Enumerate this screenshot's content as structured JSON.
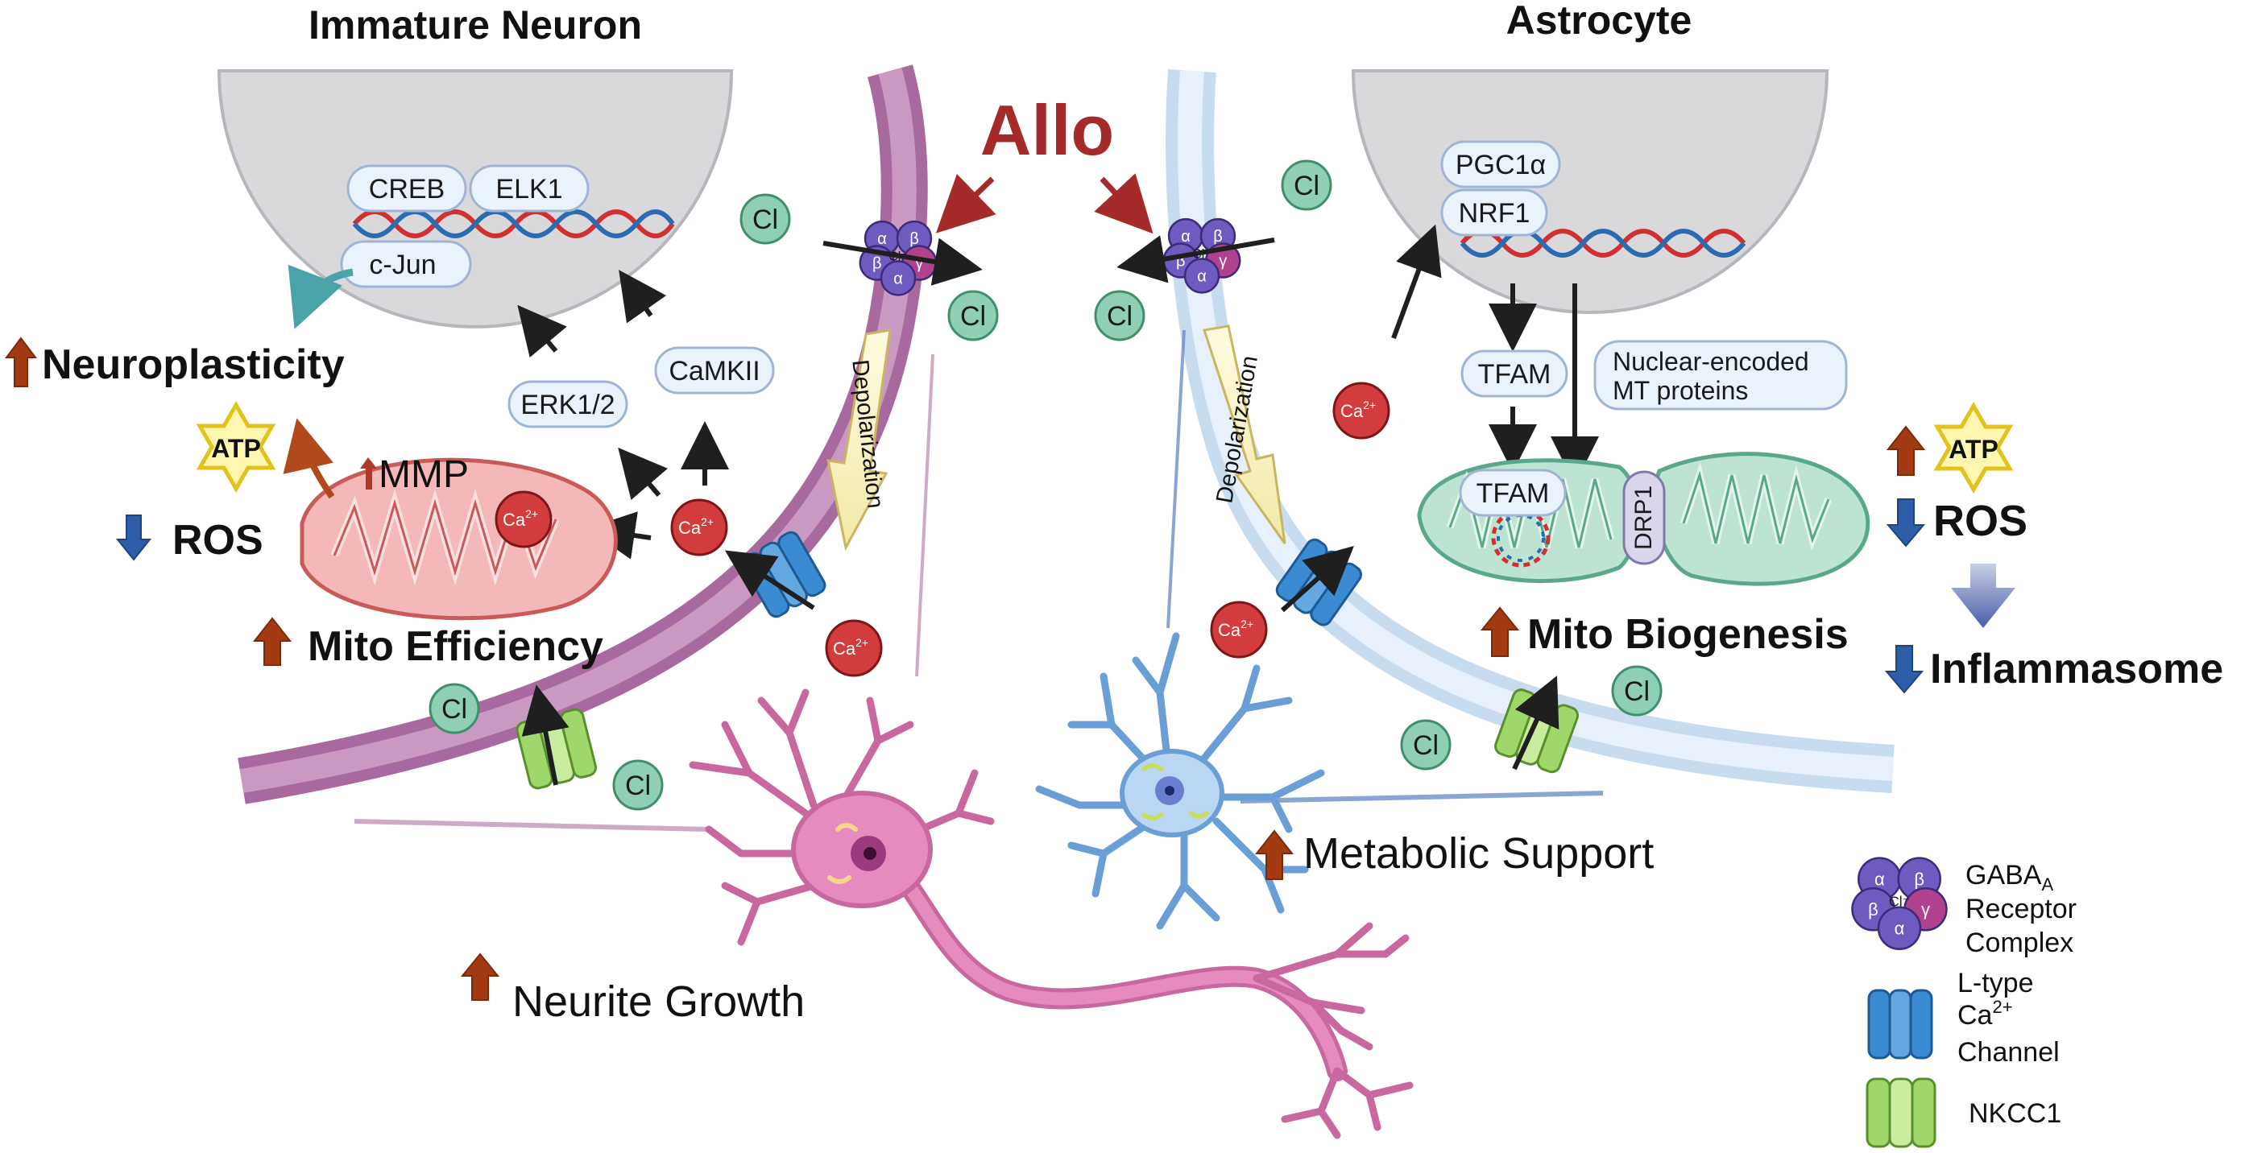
{
  "titles": {
    "left": "Immature Neuron",
    "right": "Astrocyte",
    "center": "Allo"
  },
  "neuron_pills": {
    "creb": "CREB",
    "elk1": "ELK1",
    "cjun": "c-Jun",
    "erk": "ERK1/2",
    "camkii": "CaMKII"
  },
  "astro_pills": {
    "pgc1a": "PGC1α",
    "nrf1": "NRF1",
    "tfam_upper": "TFAM",
    "tfam_lower": "TFAM",
    "nuclear_mt_1": "Nuclear-encoded",
    "nuclear_mt_2": "MT proteins",
    "drp1": "DRP1"
  },
  "ions": {
    "cl": "Cl",
    "ca": "Ca",
    "ca_sup": "2+",
    "cl_minus": "Cl⁻"
  },
  "subunits": {
    "alpha": "α",
    "beta": "β",
    "gamma": "γ"
  },
  "membrane_labels": {
    "depolarization": "Depolarization"
  },
  "neuron_outcomes": {
    "neuroplasticity": "Neuroplasticity",
    "atp": "ATP",
    "mmp": "MMP",
    "ros": "ROS",
    "mito_efficiency": "Mito Efficiency",
    "neurite_growth": "Neurite Growth"
  },
  "astro_outcomes": {
    "atp": "ATP",
    "ros": "ROS",
    "mito_biogenesis": "Mito Biogenesis",
    "inflammasome": "Inflammasome",
    "metabolic_support": "Metabolic Support"
  },
  "legend": {
    "gaba_1": "GABA",
    "gaba_sub": "A",
    "gaba_2": "Receptor",
    "gaba_3": "Complex",
    "ltype_1": "L-type",
    "ltype_2": "Ca",
    "ltype_sup": "2+",
    "ltype_3": "Channel",
    "nkcc1": "NKCC1"
  },
  "colors": {
    "neuron_membrane": "#a86a9e",
    "astro_membrane": "#c8dcf0",
    "allo_red": "#a52a2a",
    "cl_ion": "#8fd0b5",
    "ca_ion": "#d23c3c",
    "up_arrow": "#a33a12",
    "down_arrow": "#2f5ea8",
    "nucleus": "#d9d9dc",
    "neuron_mito": "#f4b8b8",
    "astro_mito": "#bde4d2"
  }
}
